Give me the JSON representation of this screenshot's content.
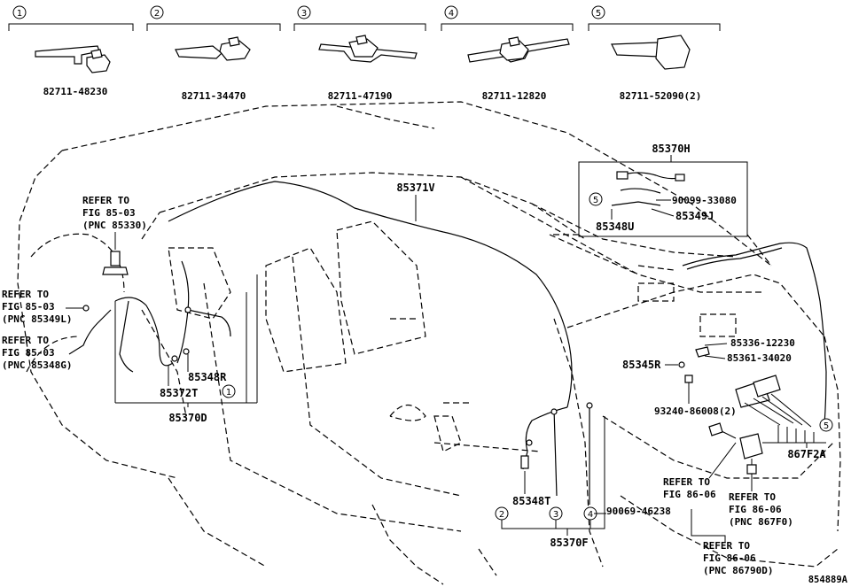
{
  "callouts": [
    {
      "num": "1",
      "part": "82711-48230"
    },
    {
      "num": "2",
      "part": "82711-34470"
    },
    {
      "num": "3",
      "part": "82711-47190"
    },
    {
      "num": "4",
      "part": "82711-12820"
    },
    {
      "num": "5",
      "part": "82711-52090(2)"
    }
  ],
  "labels": {
    "p85370H": "85370H",
    "p90099": "90099-33080",
    "p85349J": "85349J",
    "p85348U": "85348U",
    "p85371V": "85371V",
    "p85336": "85336-12230",
    "p85361": "85361-34020",
    "p85345R": "85345R",
    "p93240": "93240-86008(2)",
    "p867F2A": "867F2A",
    "p85348R": "85348R",
    "p85372T": "85372T",
    "p85370D": "85370D",
    "p85348T": "85348T",
    "p90069": "90069-46238",
    "p85370F": "85370F",
    "diagram_code": "854889A"
  },
  "refs": {
    "ref1": [
      "REFER TO",
      "FIG 85-03",
      "(PNC 85330)"
    ],
    "ref2": [
      "REFER TO",
      "FIG 85-03",
      "(PNC 85349L)"
    ],
    "ref3": [
      "REFER TO",
      "FIG 85-03",
      "(PNC 85348G)"
    ],
    "ref4": [
      "REFER TO",
      "FIG 86-06"
    ],
    "ref5": [
      "REFER TO",
      "FIG 86-06",
      "(PNC 867F0)"
    ],
    "ref6": [
      "REFER TO",
      "FIG 86-06",
      "(PNC 86790D)"
    ]
  },
  "markers": {
    "m5a": "5",
    "m5b": "5",
    "m1": "1",
    "m2": "2",
    "m3": "3",
    "m4": "4"
  }
}
